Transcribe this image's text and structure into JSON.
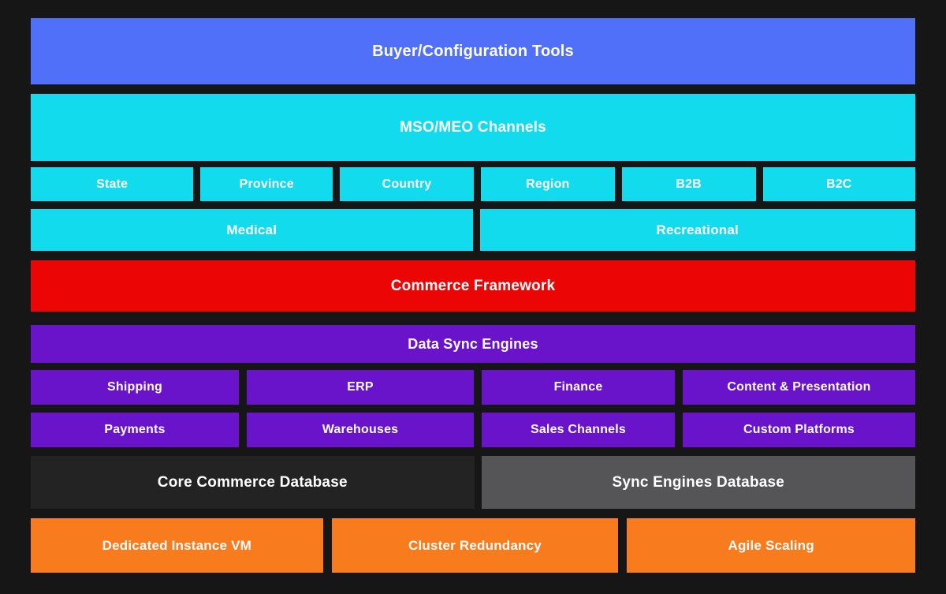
{
  "diagram": {
    "buyer_tools": {
      "label": "Buyer/Configuration Tools"
    },
    "channels": {
      "header": "MSO/MEO Channels",
      "jurisdictions": [
        "State",
        "Province",
        "Country",
        "Region",
        "B2B",
        "B2C"
      ],
      "markets": [
        "Medical",
        "Recreational"
      ]
    },
    "commerce_framework": {
      "label": "Commerce Framework"
    },
    "data_sync": {
      "header": "Data Sync Engines",
      "integrations_row1": [
        "Shipping",
        "ERP",
        "Finance",
        "Content & Presentation"
      ],
      "integrations_row2": [
        "Payments",
        "Warehouses",
        "Sales Channels",
        "Custom Platforms"
      ]
    },
    "databases": [
      "Core Commerce Database",
      "Sync Engines Database"
    ],
    "infrastructure": [
      "Dedicated Instance VM",
      "Cluster Redundancy",
      "Agile Scaling"
    ]
  },
  "colors": {
    "background": "#161616",
    "blue": "#5170FA",
    "cyan": "#12DBEE",
    "red": "#EC0505",
    "purple": "#6913CB",
    "orange": "#F87B1E",
    "dark_panel": "#232324",
    "gray_panel": "#555557",
    "text": "#FFFFFF"
  }
}
